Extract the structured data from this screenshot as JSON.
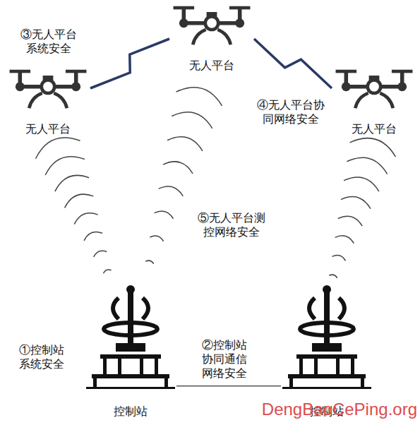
{
  "diagram": {
    "nodes": [
      {
        "text": [
          "无人平台"
        ]
      },
      {
        "text": [
          "无人平台"
        ]
      },
      {
        "text": [
          "无人平台"
        ]
      },
      {
        "text": [
          "控制站"
        ]
      },
      {
        "text": [
          "控制站"
        ]
      }
    ],
    "edges": [
      {
        "from": 1,
        "to": 0,
        "arrow": "none"
      },
      {
        "from": 0,
        "to": 2,
        "arrow": "none"
      },
      {
        "from": 3,
        "to": 4,
        "arrow": "none"
      }
    ],
    "labels": [
      "③无人平台 系统安全",
      "④无人平台协 同网络安全",
      "⑤无人平台测 控网络安全",
      "①控制站 系统安全",
      "②控制站 协同通信 网络安全",
      "DengBaoCePing.org"
    ]
  }
}
